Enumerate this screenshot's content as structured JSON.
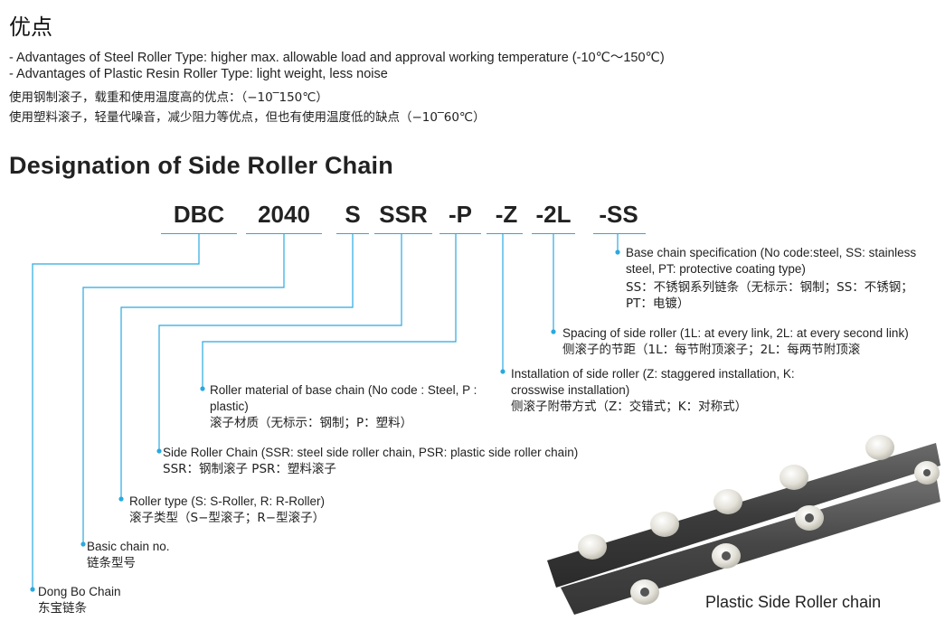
{
  "advantages": {
    "title": "优点",
    "steel_en": "- Advantages of Steel Roller Type: higher max. allowable load and approval working temperature (-10℃～150℃)",
    "plastic_en": "- Advantages of Plastic Resin Roller Type: light weight, less noise",
    "steel_zh": "使用钢制滚子，载重和使用温度高的优点：（−10‾150℃）",
    "plastic_zh": "使用塑料滚子，轻量代噪音，减少阻力等优点，但也有使用温度低的缺点（−10‾60℃）"
  },
  "designation": {
    "heading": "Designation of  Side Roller Chain",
    "codes": [
      "DBC",
      "2040",
      "S",
      "SSR",
      "-P",
      "-Z",
      "-2L",
      "-SS"
    ]
  },
  "labels": {
    "base_spec": {
      "en": "Base chain specification (No code:steel, SS: stainless steel, PT: protective coating type)",
      "zh": "SS：不锈钢系列链条（无标示：钢制；SS：不锈钢；PT：电镀）"
    },
    "spacing": {
      "en": "Spacing of side roller (1L: at every link, 2L: at every second link)",
      "zh": "侧滚子的节距（1L：每节附顶滚子；2L：每两节附顶滚"
    },
    "installation": {
      "en": "Installation of side roller (Z: staggered installation, K: crosswise installation)",
      "zh": "侧滚子附带方式（Z：交错式；K：对称式）"
    },
    "roller_material": {
      "en": "Roller material of base chain  (No code : Steel, P : plastic)",
      "zh": "滚子材质（无标示：钢制；P：塑料）"
    },
    "side_roller_chain": {
      "en": "Side Roller Chain (SSR: steel side roller chain, PSR: plastic side roller chain)",
      "zh": "SSR：钢制滚子 PSR：塑料滚子"
    },
    "roller_type": {
      "en": "Roller type (S: S-Roller, R: R-Roller)",
      "zh": "滚子类型（S−型滚子；R−型滚子）"
    },
    "basic_chain": {
      "en": "Basic chain no.",
      "zh": "链条型号"
    },
    "dong_bo": {
      "en": "Dong Bo Chain",
      "zh": "东宝链条"
    }
  },
  "photo": {
    "caption": "Plastic Side Roller chain"
  },
  "colors": {
    "leader": "#29a9e1",
    "text": "#222222",
    "plate": "#4a4a4a",
    "roller": "#e8e6de"
  }
}
